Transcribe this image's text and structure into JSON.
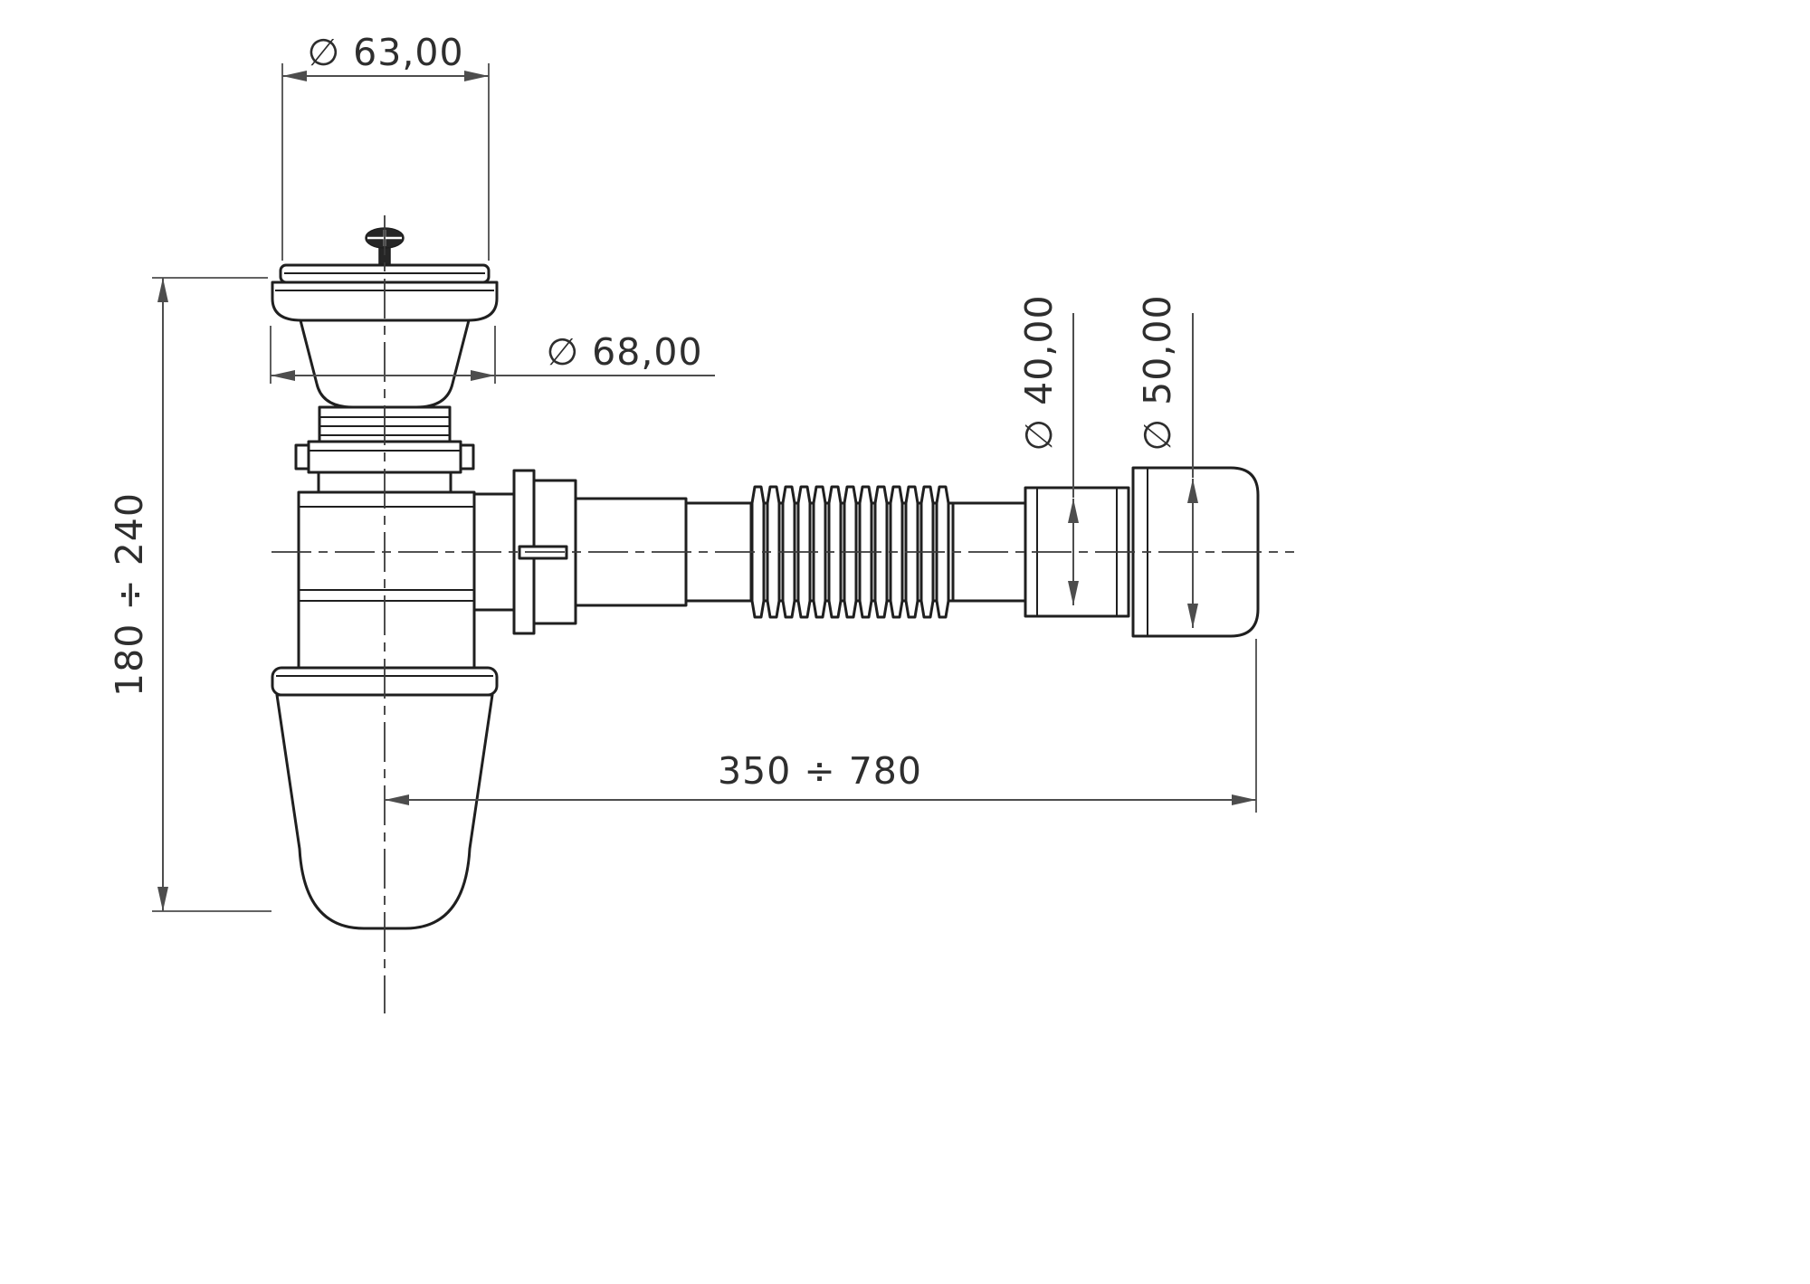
{
  "drawing": {
    "labels": {
      "dia_63": "∅ 63,00",
      "dia_68": "∅ 68,00",
      "height_range": "180 ÷ 240",
      "length_range": "350 ÷ 780",
      "dia_40": "∅ 40,00",
      "dia_50": "∅ 50,00"
    },
    "colors": {
      "outline": "#1f1f1f",
      "dimension_lines": "#4d4d4d",
      "text": "#2e2e2e",
      "background": "#ffffff"
    }
  }
}
